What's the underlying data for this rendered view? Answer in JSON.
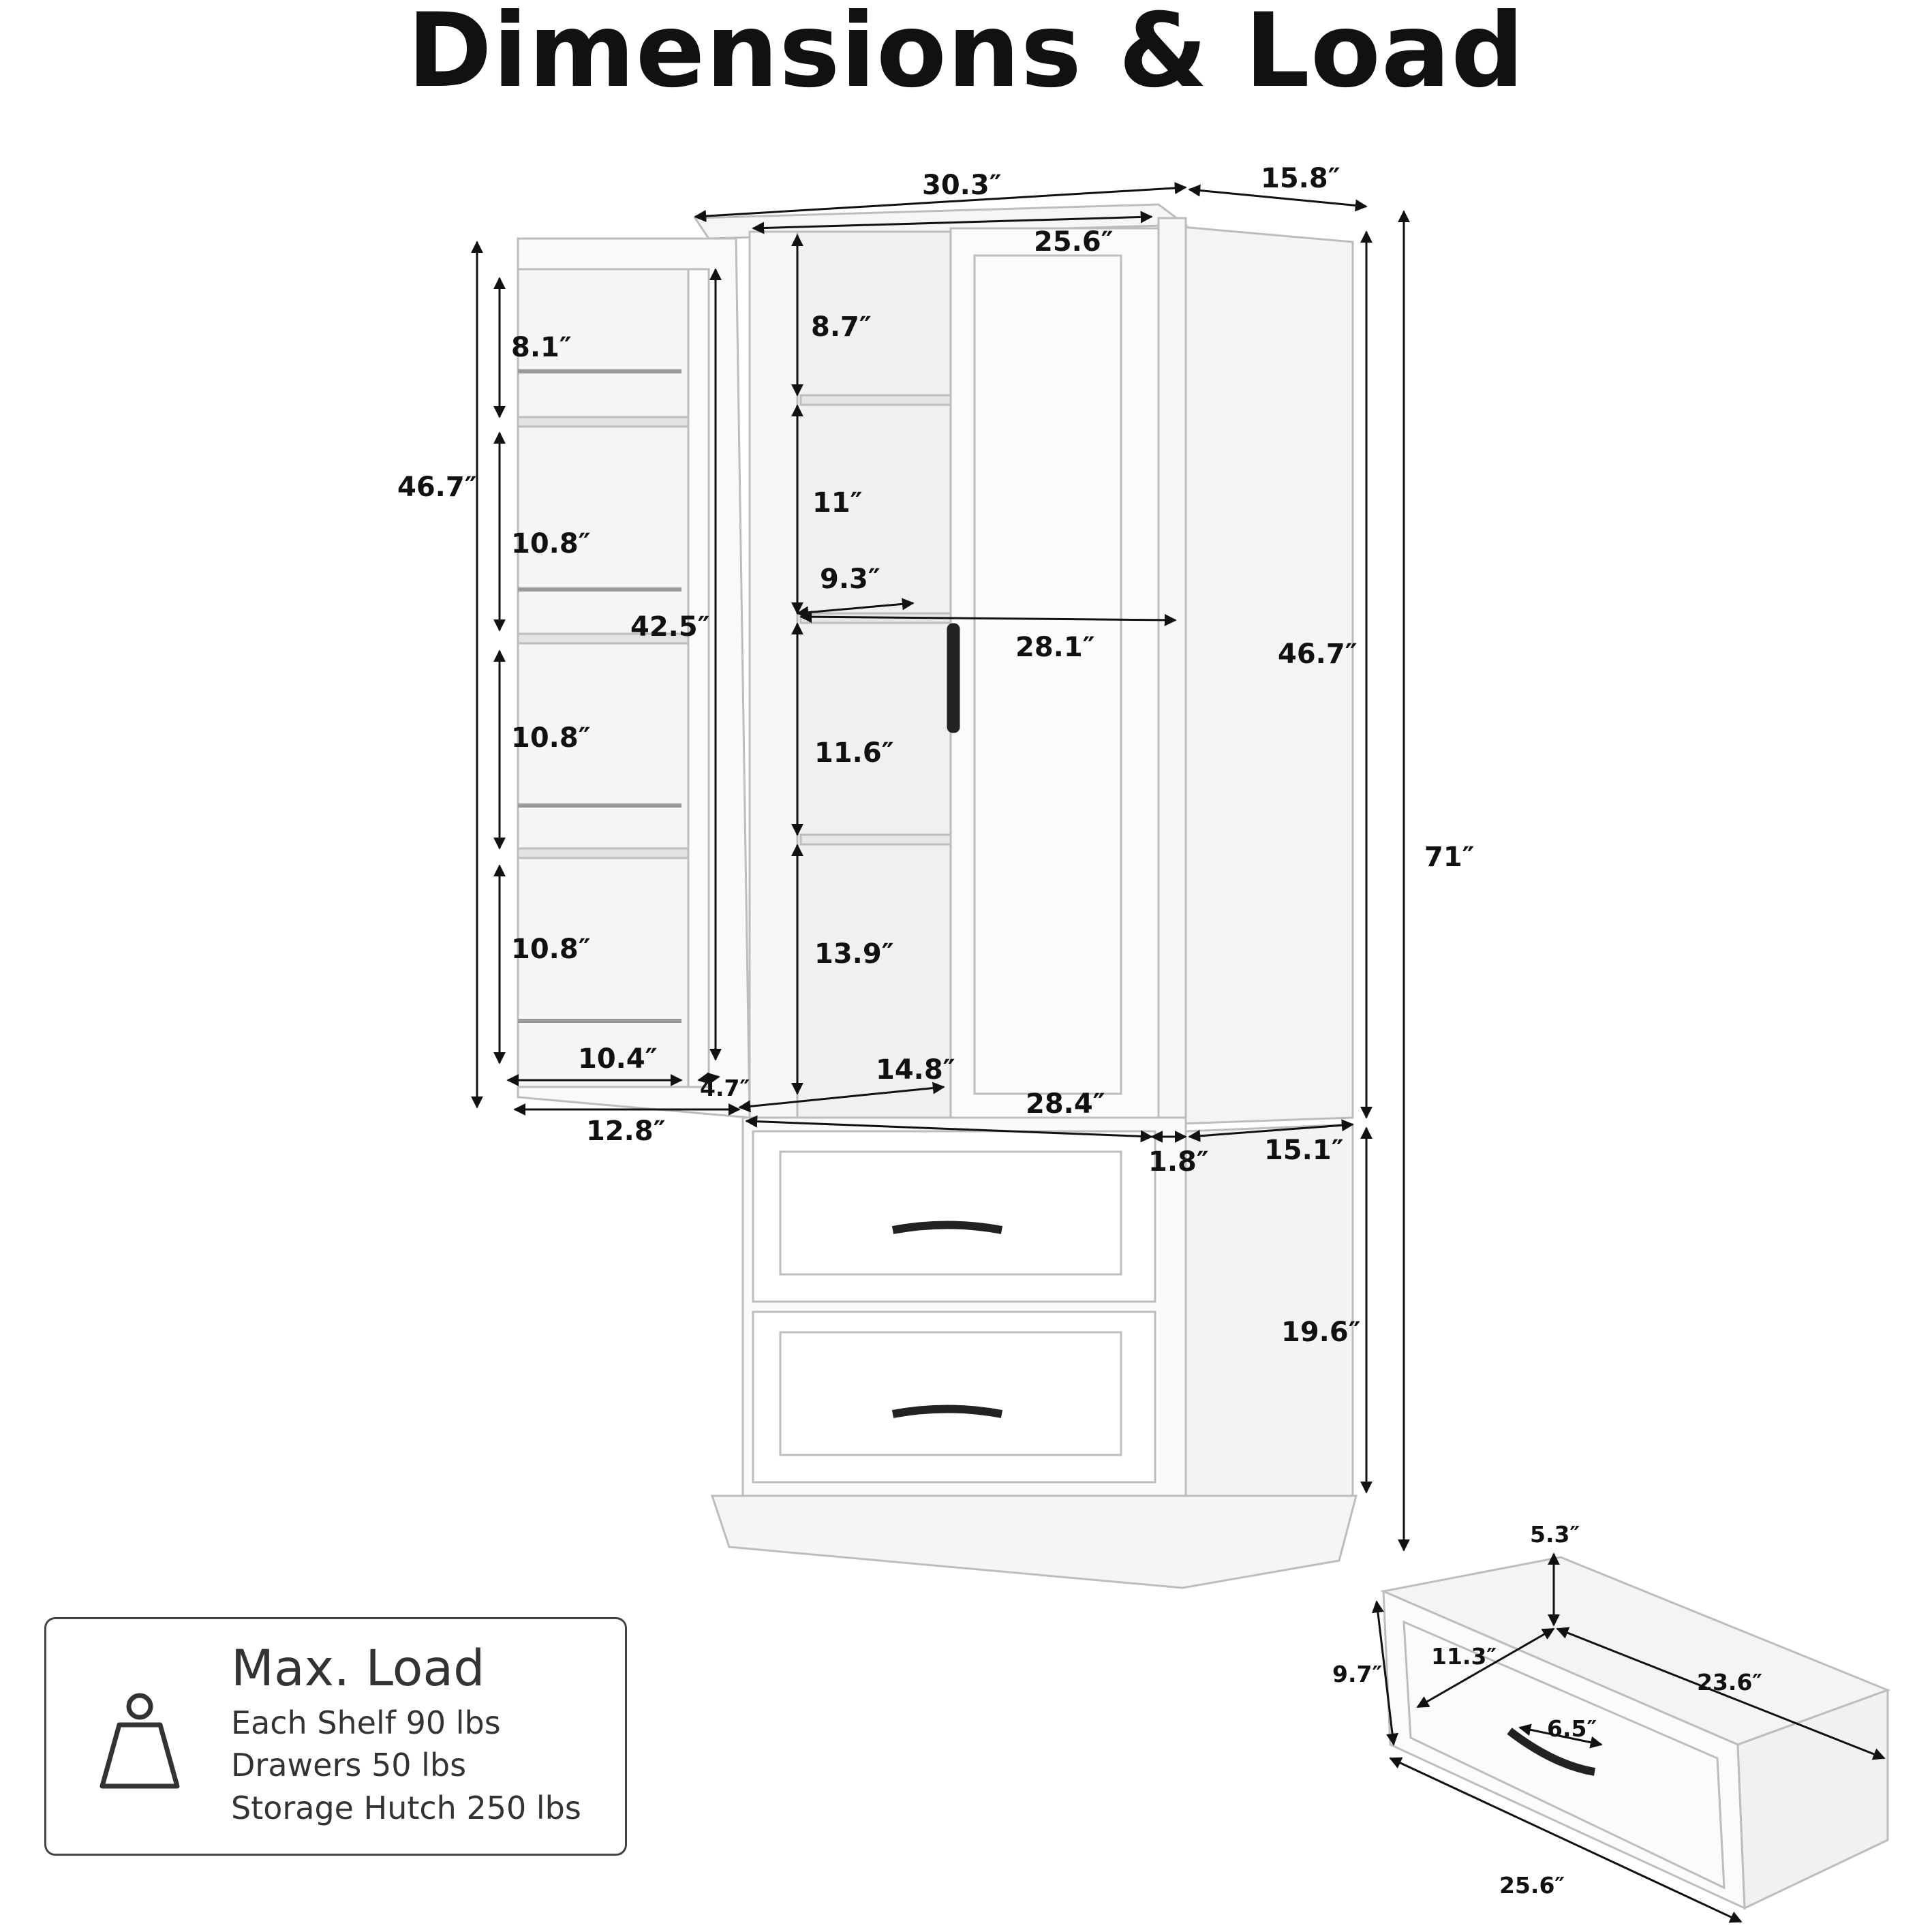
{
  "title": "Dimensions & Load",
  "dimensions": {
    "overall_width": "30.3″",
    "overall_depth": "15.8″",
    "inner_width_top": "25.6″",
    "overall_height": "71″",
    "hutch_height_left": "46.7″",
    "hutch_height_right": "46.7″",
    "door_inner_height": "42.5″",
    "door_shelf_1": "8.1″",
    "door_shelf_2": "10.8″",
    "door_shelf_3": "10.8″",
    "door_shelf_4": "10.8″",
    "door_shelf_width": "10.4″",
    "door_shelf_depth": "4.7″",
    "door_width": "12.8″",
    "cabinet_shelf_1": "8.7″",
    "cabinet_shelf_2": "11″",
    "cabinet_shelf_3": "11.6″",
    "cabinet_shelf_4": "13.9″",
    "shelf_depth": "9.3″",
    "cabinet_inner_width": "28.1″",
    "bottom_shelf_depth": "14.8″",
    "base_inner_width": "28.4″",
    "trim_width": "1.8″",
    "base_depth": "15.1″",
    "base_height": "19.6″",
    "drawer_height": "5.3″",
    "drawer_depth_inner": "11.3″",
    "drawer_length": "23.6″",
    "drawer_front_height": "9.7″",
    "drawer_handle": "6.5″",
    "drawer_width": "25.6″"
  },
  "max_load": {
    "title": "Max. Load",
    "lines": [
      "Each Shelf 90 lbs",
      "Drawers  50 lbs",
      "Storage Hutch  250 lbs"
    ],
    "icon": "weight-icon"
  }
}
